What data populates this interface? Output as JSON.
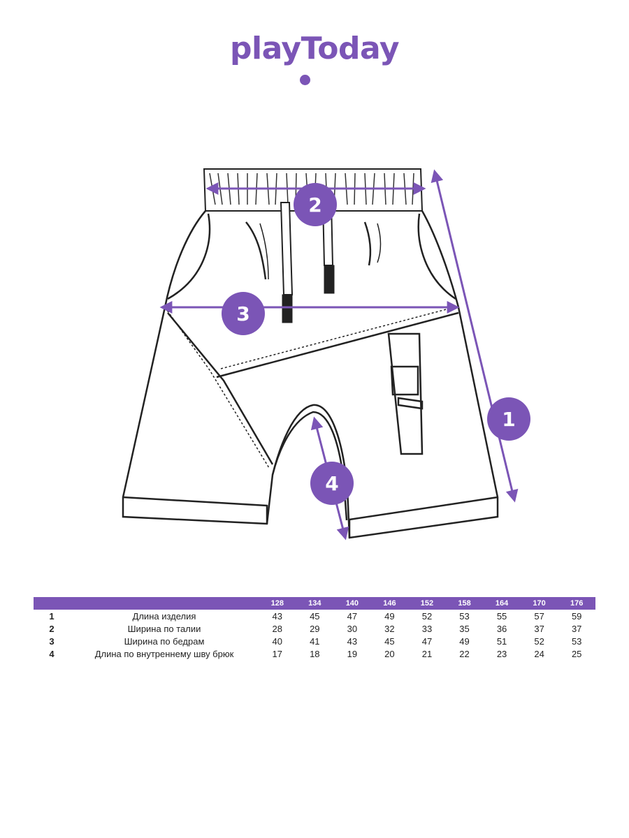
{
  "brand": {
    "logo_text": "playToday",
    "color": "#7b55b6"
  },
  "sketch": {
    "markers": [
      {
        "number": "1",
        "meaning": "length"
      },
      {
        "number": "2",
        "meaning": "waist"
      },
      {
        "number": "3",
        "meaning": "hips"
      },
      {
        "number": "4",
        "meaning": "inseam"
      }
    ]
  },
  "table": {
    "sizes": [
      "128",
      "134",
      "140",
      "146",
      "152",
      "158",
      "164",
      "170",
      "176"
    ],
    "rows": [
      {
        "num": "1",
        "label": "Длина изделия",
        "values": [
          "43",
          "45",
          "47",
          "49",
          "52",
          "53",
          "55",
          "57",
          "59"
        ]
      },
      {
        "num": "2",
        "label": "Ширина по талии",
        "values": [
          "28",
          "29",
          "30",
          "32",
          "33",
          "35",
          "36",
          "37",
          "37"
        ]
      },
      {
        "num": "3",
        "label": "Ширина по бедрам",
        "values": [
          "40",
          "41",
          "43",
          "45",
          "47",
          "49",
          "51",
          "52",
          "53"
        ]
      },
      {
        "num": "4",
        "label": "Длина по внутреннему шву брюк",
        "values": [
          "17",
          "18",
          "19",
          "20",
          "21",
          "22",
          "23",
          "24",
          "25"
        ]
      }
    ]
  }
}
